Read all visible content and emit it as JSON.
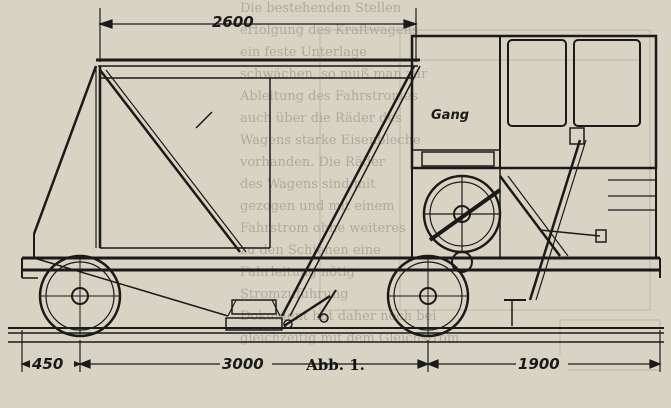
{
  "dimensions": {
    "top_width": "2600",
    "front_overhang": "450",
    "wheelbase": "3000",
    "rear_overhang": "1900"
  },
  "labels": {
    "gang": "Gang"
  },
  "caption": "Abb. 1.",
  "background_text_lines": [
    "Die bestehenden Stellen",
    "erfolgung des Kraftwagens",
    "ein feste Unterlage",
    "schwächen, so muß man zur",
    "Ableitung des Fahrstromes",
    "auch über die Räder des",
    "Wagens starke Eisenbleche",
    "vorhanden. Die Räder",
    "des Wagens sind mit",
    "gezogen und mit einem",
    "Fahrstrom ohne weiteres",
    "zu den Schienen eine",
    "Fahrleitung nötig",
    "Stromzuführung",
    "Dokument hat daher noch bei",
    "gleichzeitig mit dem Gleichstrom"
  ],
  "colors": {
    "paper": "#d9d3c4",
    "ink": "#1a1a1a",
    "bleed": "#8d877a"
  }
}
